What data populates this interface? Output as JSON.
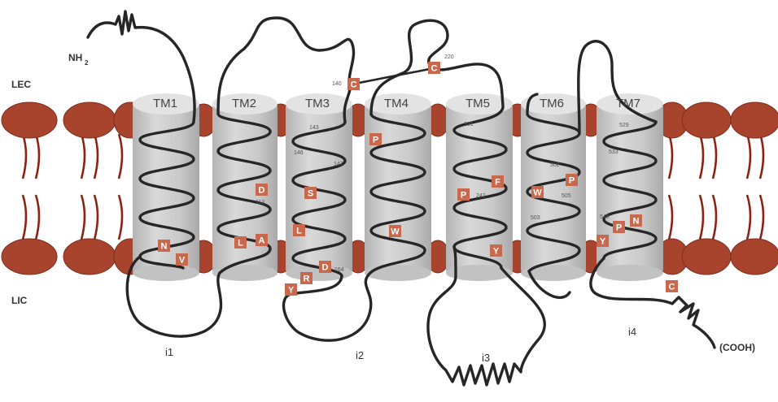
{
  "labels": {
    "lec": "LEC",
    "lic": "LIC",
    "nh2_main": "NH",
    "nh2_sub": "2",
    "cooh": "(COOH)"
  },
  "helices": [
    "TM1",
    "TM2",
    "TM3",
    "TM4",
    "TM5",
    "TM6",
    "TM7"
  ],
  "loops": [
    "i1",
    "i2",
    "i3",
    "i4"
  ],
  "residues": [
    "N",
    "V",
    "D",
    "L",
    "A",
    "C",
    "S",
    "L",
    "D",
    "R",
    "Y",
    "C",
    "P",
    "W",
    "P",
    "F",
    "Y",
    "W",
    "P",
    "Y",
    "P",
    "N",
    "C"
  ],
  "numbers": [
    "140",
    "220",
    "143",
    "146",
    "147",
    "113",
    "164",
    "331",
    "242",
    "502",
    "505",
    "503",
    "529",
    "533",
    "540"
  ],
  "colors": {
    "lipid": "#a8442e",
    "residue": "#c8684d",
    "helix": "#c9c9c9",
    "chain": "#262626"
  }
}
